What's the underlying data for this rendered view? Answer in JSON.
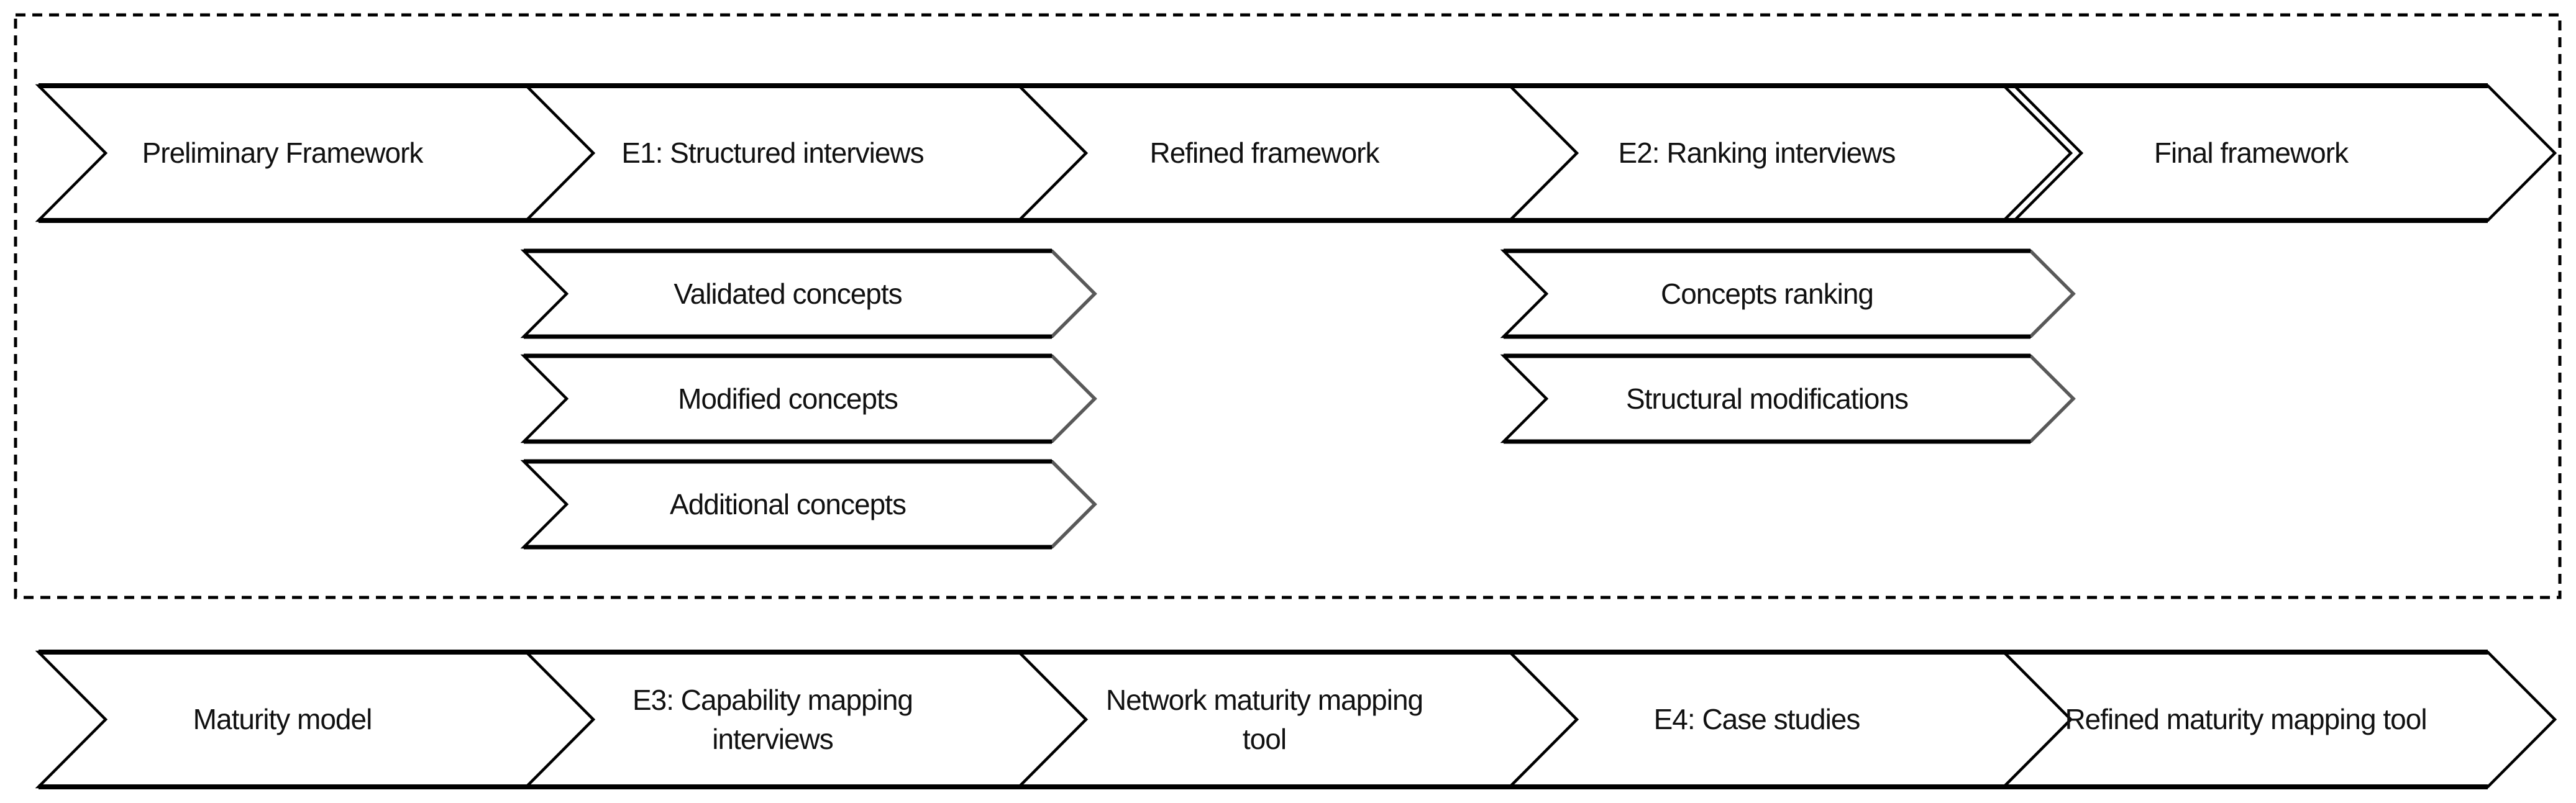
{
  "colors": {
    "background": "#ffffff",
    "shape_fill": "#ffffff",
    "shape_stroke": "#000000",
    "sub_arrow_tip_stroke": "#595959",
    "text": "#111111"
  },
  "top_panel": {
    "border_style": "dashed rectangle",
    "stages": [
      {
        "label": "Preliminary Framework"
      },
      {
        "label": "E1: Structured interviews"
      },
      {
        "label": "Refined framework"
      },
      {
        "label": "E2: Ranking interviews"
      },
      {
        "label": "Final framework"
      }
    ],
    "e1_outputs": [
      {
        "label": "Validated concepts"
      },
      {
        "label": "Modified concepts"
      },
      {
        "label": "Additional concepts"
      }
    ],
    "e2_outputs": [
      {
        "label": "Concepts ranking"
      },
      {
        "label": "Structural modifications"
      }
    ]
  },
  "bottom_panel": {
    "stages": [
      {
        "label": "Maturity model"
      },
      {
        "label": "E3: Capability mapping\ninterviews"
      },
      {
        "label": "Network maturity mapping\ntool"
      },
      {
        "label": "E4: Case studies"
      },
      {
        "label": "Refined maturity mapping tool"
      }
    ]
  }
}
